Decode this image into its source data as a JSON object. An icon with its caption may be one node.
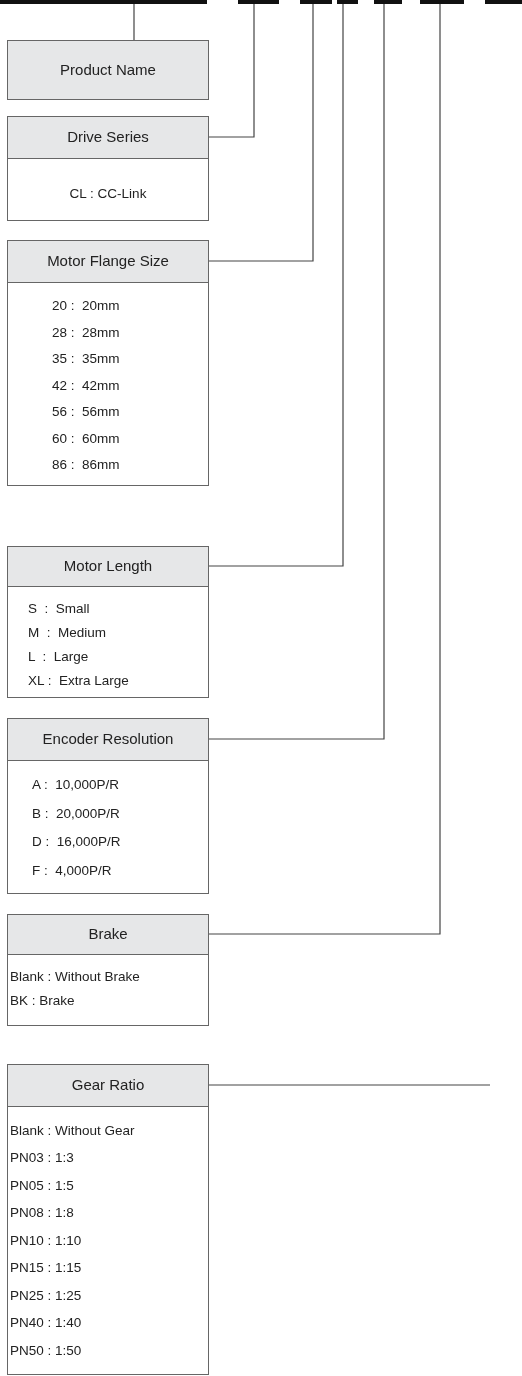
{
  "diagram": {
    "nodes": [
      {
        "text": [],
        "shape": "bar"
      },
      {
        "text": [],
        "shape": "bar"
      },
      {
        "text": [],
        "shape": "bar"
      },
      {
        "text": [],
        "shape": "bar"
      },
      {
        "text": [],
        "shape": "bar"
      },
      {
        "text": [],
        "shape": "bar"
      },
      {
        "text": [],
        "shape": "bar"
      },
      {
        "text": [
          "Product Name"
        ]
      },
      {
        "text": [
          "Drive Series",
          "CL : CC-Link"
        ]
      },
      {
        "text": [
          "Motor Flange Size",
          "20 :  20mm",
          "28 :  28mm",
          "35 :  35mm",
          "42 :  42mm",
          "56 :  56mm",
          "60 :  60mm",
          "86 :  86mm"
        ]
      },
      {
        "text": [
          "Motor Length",
          "S  :  Small",
          "M  :  Medium",
          "L  :  Large",
          "XL :  Extra Large"
        ]
      },
      {
        "text": [
          "Encoder Resolution",
          "A :  10,000P/R",
          "B :  20,000P/R",
          "D :  16,000P/R",
          "F :  4,000P/R"
        ]
      },
      {
        "text": [
          "Brake",
          "Blank : Without Brake",
          "BK : Brake"
        ]
      },
      {
        "text": [
          "Gear Ratio",
          "Blank : Without Gear",
          "PN03 : 1:3",
          "PN05 : 1:5",
          "PN08 : 1:8",
          "PN10 : 1:10",
          "PN15 : 1:15",
          "PN25 : 1:25",
          "PN40 : 1:40",
          "PN50 : 1:50"
        ]
      }
    ],
    "edges": [
      {
        "from": 0,
        "to": 7,
        "arrow": "none"
      },
      {
        "from": 1,
        "to": 8,
        "arrow": "none"
      },
      {
        "from": 2,
        "to": 9,
        "arrow": "none"
      },
      {
        "from": 3,
        "to": 10,
        "arrow": "none"
      },
      {
        "from": 4,
        "to": 11,
        "arrow": "none"
      },
      {
        "from": 5,
        "to": 12,
        "arrow": "none"
      },
      {
        "from": 13,
        "to": null,
        "arrow": "none"
      }
    ]
  }
}
